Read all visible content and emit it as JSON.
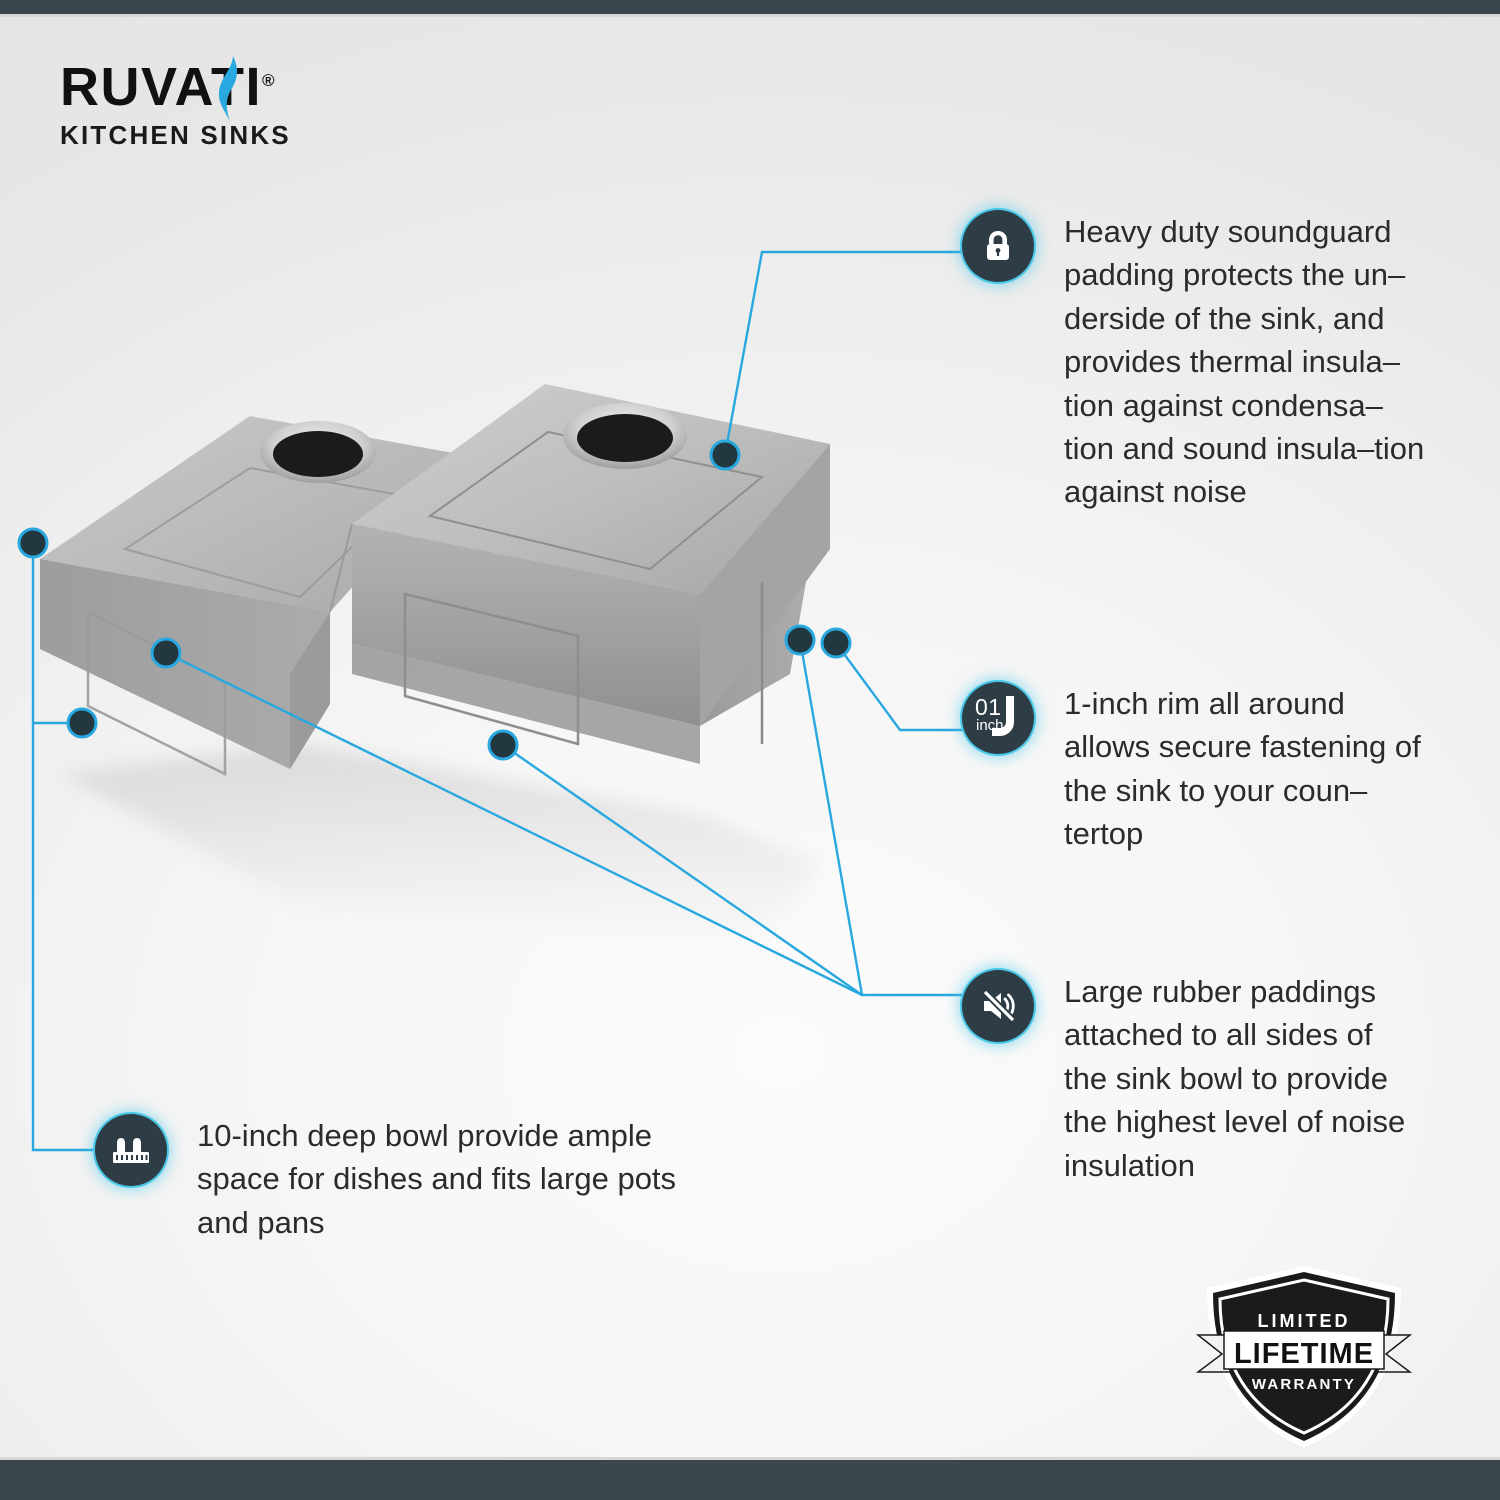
{
  "brand": {
    "name": "RUVATI",
    "registered": "®",
    "tagline": "KITCHEN SINKS",
    "flame_color": "#29a8df"
  },
  "theme": {
    "accent": "#29a8df",
    "accent_glow": "#49c7e8",
    "icon_bg": "#2e3d45",
    "frame": "#39474d",
    "text": "#2b2b2b",
    "sink_metal": "#a8a8a8"
  },
  "product": {
    "name": "double-bowl-undermount-sink",
    "view": "underside",
    "bowls": 2,
    "drain_holes": 2
  },
  "callouts": [
    {
      "id": "soundguard",
      "icon": "lock-icon",
      "text": "Heavy duty soundguard padding protects the un–derside of the sink, and provides thermal insula–tion against condensa–tion and sound insula–tion against noise"
    },
    {
      "id": "rim",
      "icon": "one-inch-rim-icon",
      "icon_number": "01",
      "icon_unit": "inch",
      "text": "1-inch rim all around allows secure fastening of the sink to your coun–tertop"
    },
    {
      "id": "rubber",
      "icon": "mute-speaker-icon",
      "text": "Large rubber paddings attached to all sides of the sink bowl to provide the highest level of noise insulation"
    },
    {
      "id": "depth",
      "icon": "depth-ruler-icon",
      "text": "10-inch deep bowl provide ample space for dishes and fits large pots and pans"
    }
  ],
  "warranty": {
    "line1": "LIMITED",
    "line2": "LIFETIME",
    "line3": "WARRANTY"
  }
}
